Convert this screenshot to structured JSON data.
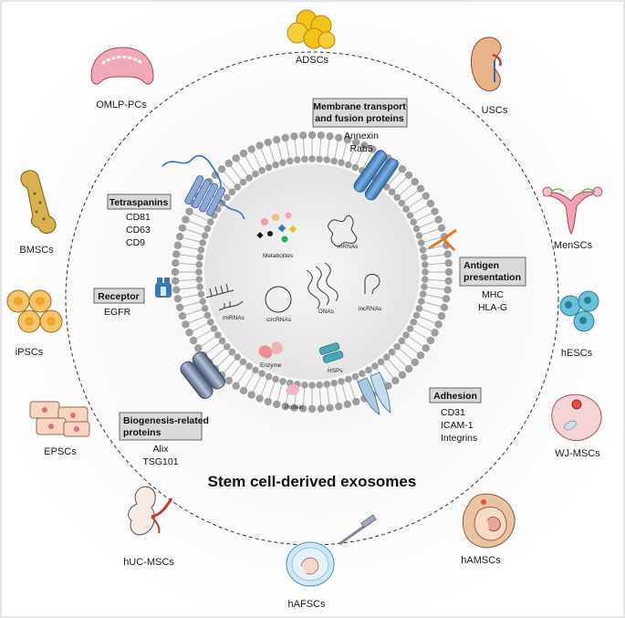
{
  "title": "Stem cell-derived exosomes",
  "cell_sources": [
    {
      "id": "adscs",
      "label": "ADSCs"
    },
    {
      "id": "uscs",
      "label": "USCs"
    },
    {
      "id": "menscs",
      "label": "MenSCs"
    },
    {
      "id": "hescs",
      "label": "hESCs"
    },
    {
      "id": "wjmscs",
      "label": "WJ-MSCs"
    },
    {
      "id": "hamscs",
      "label": "hAMSCs"
    },
    {
      "id": "hafscs",
      "label": "hAFSCs"
    },
    {
      "id": "hucmscs",
      "label": "hUC-MSCs"
    },
    {
      "id": "epscs",
      "label": "EPSCs"
    },
    {
      "id": "ipscs",
      "label": "iPSCs"
    },
    {
      "id": "bmscs",
      "label": "BMSCs"
    },
    {
      "id": "omlppcs",
      "label": "OMLP-PCs"
    }
  ],
  "protein_groups": {
    "membrane_transport": {
      "title_line1": "Membrane transport",
      "title_line2": "and fusion proteins",
      "items": [
        "Annexin",
        "Rab5"
      ]
    },
    "tetraspanins": {
      "title": "Tetraspanins",
      "items": [
        "CD81",
        "CD63",
        "CD9"
      ]
    },
    "receptor": {
      "title": "Receptor",
      "items": [
        "EGFR"
      ]
    },
    "biogenesis": {
      "title_line1": "Biogenesis-related",
      "title_line2": "proteins",
      "items": [
        "Alix",
        "TSG101"
      ]
    },
    "antigen": {
      "title_line1": "Antigen",
      "title_line2": "presentation",
      "items": [
        "MHC",
        "HLA-G"
      ]
    },
    "adhesion": {
      "title": "Adhesion",
      "items": [
        "CD31",
        "ICAM-1",
        "Integrins"
      ]
    }
  },
  "cargo": {
    "metabolites": "Metabolites",
    "mrnas": "mRNAs",
    "mirnas": "miRNAs",
    "circrnas": "circRNAs",
    "dnas": "DNAs",
    "lncrnas": "lncRNAs",
    "enzyme": "Enzyme",
    "hsps": "HSPs",
    "protein": "Protein"
  },
  "colors": {
    "box_fill": "#d9d9d9",
    "membrane": "#9e9e9e",
    "lumen": "#ececec",
    "channel_blue": "#3a78b8",
    "adipocyte": "#f2c21b",
    "ipsc": "#f2a52a",
    "hesc": "#69c3d8"
  }
}
